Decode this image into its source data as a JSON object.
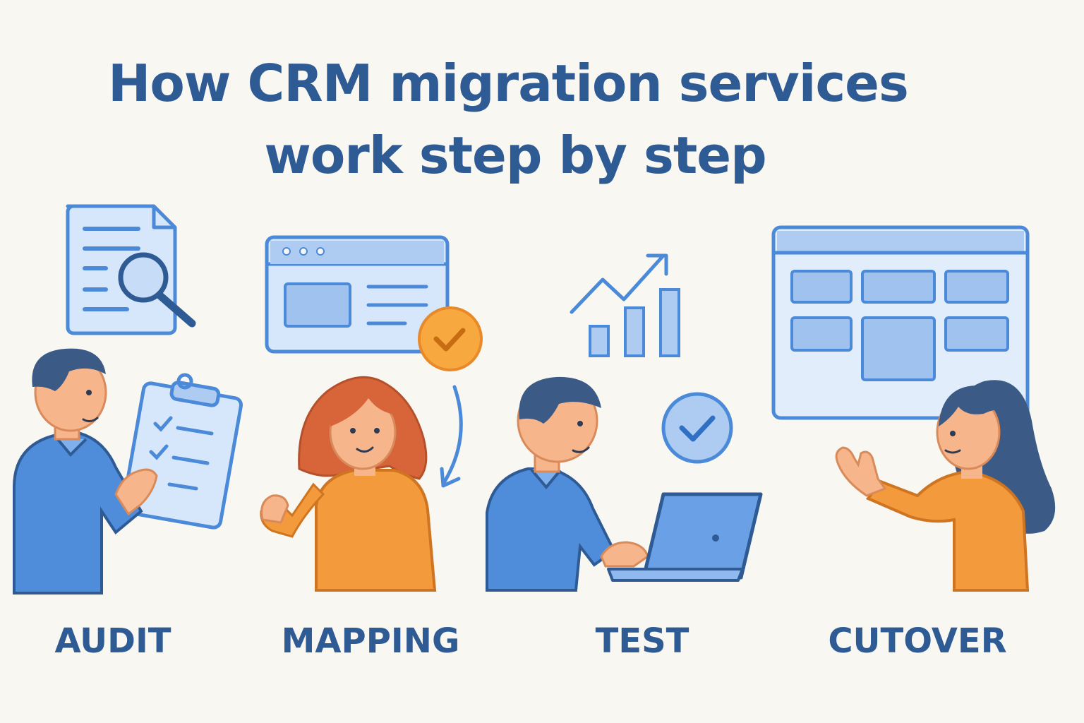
{
  "title": {
    "line1": "How CRM migration services",
    "line2": "work step by step"
  },
  "steps": [
    {
      "label": "AUDIT",
      "icon": "document-magnifier-icon"
    },
    {
      "label": "MAPPING",
      "icon": "browser-window-icon"
    },
    {
      "label": "TEST",
      "icon": "growth-chart-icon"
    },
    {
      "label": "CUTOVER",
      "icon": "dashboard-window-icon"
    }
  ],
  "colors": {
    "title": "#2f5b95",
    "blue_fill": "#d6e6fb",
    "blue_stroke": "#4a8ad9",
    "orange": "#f29a3c",
    "skin": "#f6b58a",
    "hair_dark": "#3b5a86",
    "background": "#f9f7f2"
  }
}
